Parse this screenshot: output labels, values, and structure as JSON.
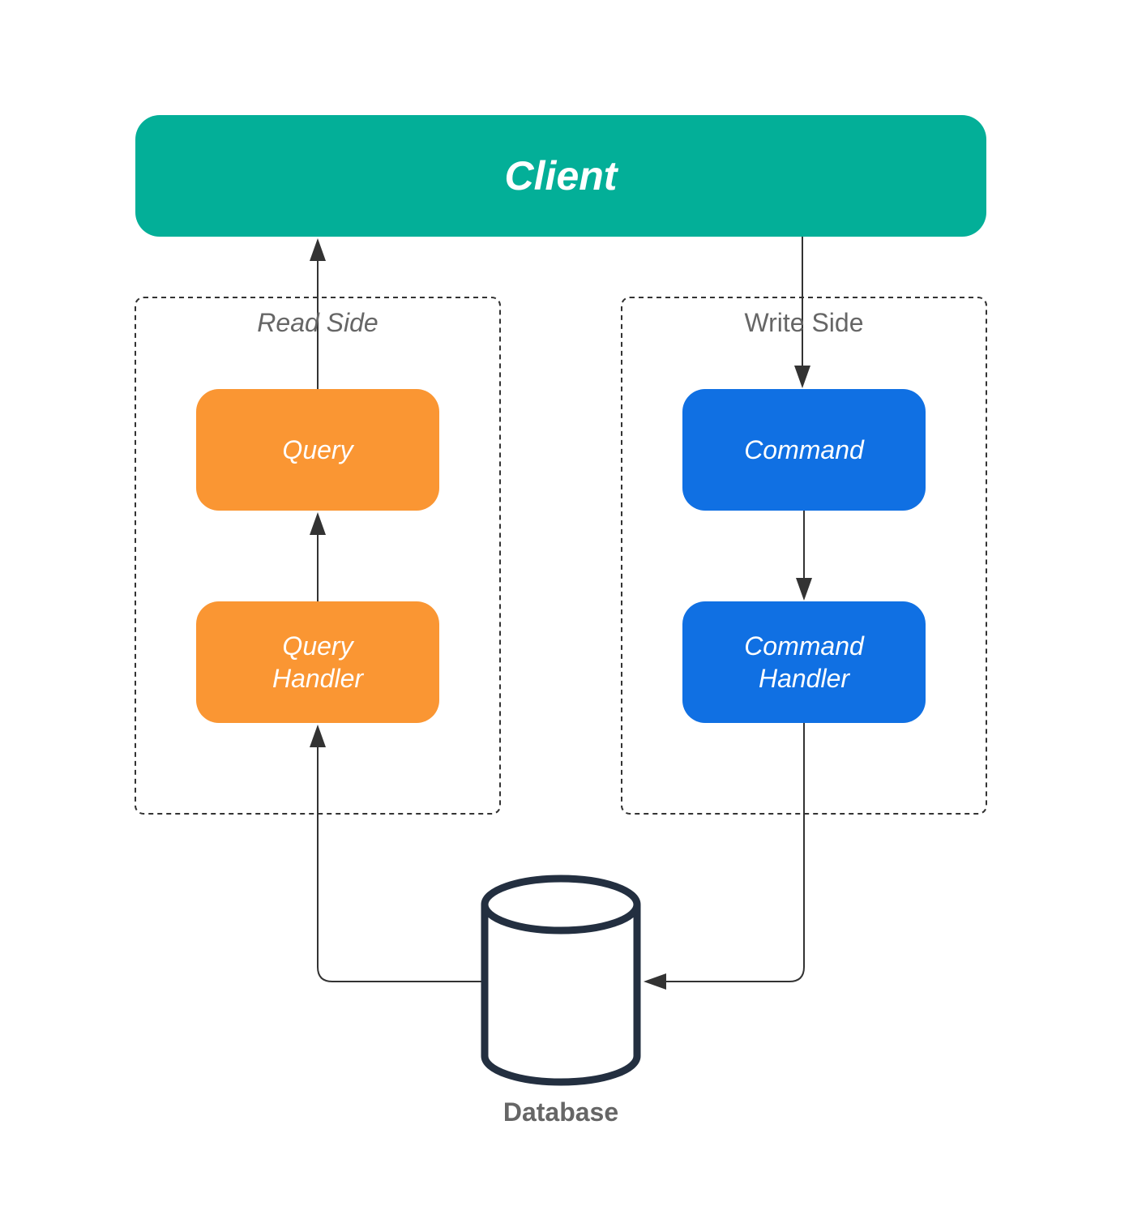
{
  "client": {
    "label": "Client",
    "color": "#03af98"
  },
  "read_side": {
    "title": "Read Side",
    "query_label": "Query",
    "query_handler_label": "Query\nHandler",
    "color": "#fa9633"
  },
  "write_side": {
    "title": "Write Side",
    "command_label": "Command",
    "command_handler_label": "Command\nHandler",
    "color": "#1070e3"
  },
  "database": {
    "label": "Database",
    "icon": "database-cylinder-icon",
    "stroke_color": "#232f40"
  },
  "connector_color": "#333333"
}
